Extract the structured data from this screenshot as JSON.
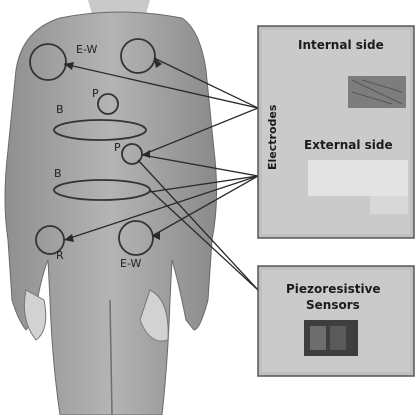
{
  "figure": {
    "electrode_labels": [
      "E-W",
      "E-W"
    ],
    "respiration_labels": [
      "B",
      "B"
    ],
    "piezo_labels": [
      "P",
      "P"
    ],
    "reference_label": "R",
    "electrodes_panel": {
      "title": "Electrodes",
      "internal_label": "Internal side",
      "external_label": "External side"
    },
    "sensors_panel": {
      "title_line1": "Piezoresistive",
      "title_line2": "Sensors"
    }
  }
}
